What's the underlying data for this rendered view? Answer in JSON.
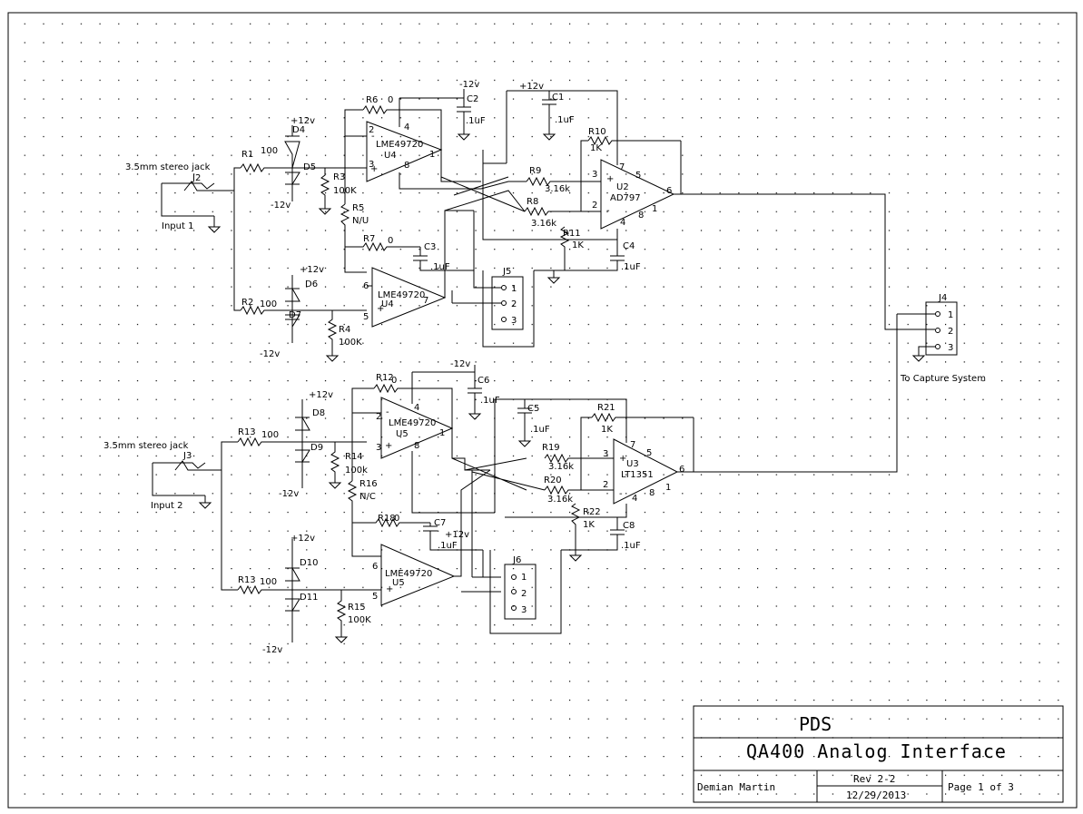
{
  "components": {
    "j2": {
      "ref": "J2",
      "desc": "3.5mm stereo jack",
      "name": "Input 1"
    },
    "j3": {
      "ref": "J3",
      "desc": "3.5mm stereo jack",
      "name": "Input 2"
    },
    "r1": {
      "ref": "R1",
      "value": "100"
    },
    "r2": {
      "ref": "R2",
      "value": "100"
    },
    "r3": {
      "ref": "R3",
      "value": "100K"
    },
    "r4": {
      "ref": "R4",
      "value": "100K"
    },
    "r5": {
      "ref": "R5",
      "value": "N/U"
    },
    "r6": {
      "ref": "R6",
      "value": "0"
    },
    "r7": {
      "ref": "R7",
      "value": "0"
    },
    "r8": {
      "ref": "R8",
      "value": "3.16k"
    },
    "r9": {
      "ref": "R9",
      "value": "3.16k"
    },
    "r10": {
      "ref": "R10",
      "value": "1K"
    },
    "r11": {
      "ref": "R11",
      "value": "1K"
    },
    "r12": {
      "ref": "R12",
      "value": "0"
    },
    "r13a": {
      "ref": "R13",
      "value": "100"
    },
    "r13b": {
      "ref": "R13",
      "value": "100"
    },
    "r14": {
      "ref": "R14",
      "value": "100k"
    },
    "r15": {
      "ref": "R15",
      "value": "100K"
    },
    "r16": {
      "ref": "R16",
      "value": "N/C"
    },
    "r18": {
      "ref": "R18",
      "value": "0"
    },
    "r19": {
      "ref": "R19",
      "value": "3.16k"
    },
    "r20": {
      "ref": "R20",
      "value": "3.16k"
    },
    "r21": {
      "ref": "R21",
      "value": "1K"
    },
    "r22": {
      "ref": "R22",
      "value": "1K"
    },
    "c1": {
      "ref": "C1",
      "value": ".1uF"
    },
    "c2": {
      "ref": "C2",
      "value": ".1uF"
    },
    "c3": {
      "ref": "C3",
      "value": ".1uF"
    },
    "c4": {
      "ref": "C4",
      "value": ".1uF"
    },
    "c5": {
      "ref": "C5",
      "value": ".1uF"
    },
    "c6": {
      "ref": "C6",
      "value": ".1uF"
    },
    "c7": {
      "ref": "C7",
      "value": ".1uF"
    },
    "c8": {
      "ref": "C8",
      "value": ".1uF"
    },
    "d4": {
      "ref": "D4"
    },
    "d5": {
      "ref": "D5"
    },
    "d6": {
      "ref": "D6"
    },
    "d7": {
      "ref": "D7"
    },
    "d8": {
      "ref": "D8"
    },
    "d9": {
      "ref": "D9"
    },
    "d10": {
      "ref": "D10"
    },
    "d11": {
      "ref": "D11"
    },
    "u4": {
      "ref": "U4",
      "part": "LME49720"
    },
    "u5": {
      "ref": "U5",
      "part": "LME49720"
    },
    "u2": {
      "ref": "U2",
      "part": "AD797"
    },
    "u3": {
      "ref": "U3",
      "part": "LT1351"
    },
    "j4": {
      "ref": "J4",
      "note": "To Capture System"
    },
    "j5": {
      "ref": "J5"
    },
    "j6": {
      "ref": "J6"
    }
  },
  "supplies": {
    "pos": "+12v",
    "neg": "-12v"
  },
  "pins": {
    "p1": "1",
    "p2": "2",
    "p3": "3",
    "p4": "4",
    "p5": "5",
    "p6": "6",
    "p7": "7",
    "p8": "8"
  },
  "minus_sign": "-",
  "plus_sign": "+",
  "title_block": {
    "company": "PDS",
    "title": "QA400 Analog Interface",
    "author": "Demian Martin",
    "rev": "Rev 2-2",
    "date": "12/29/2013",
    "page": "Page 1 of 3"
  }
}
